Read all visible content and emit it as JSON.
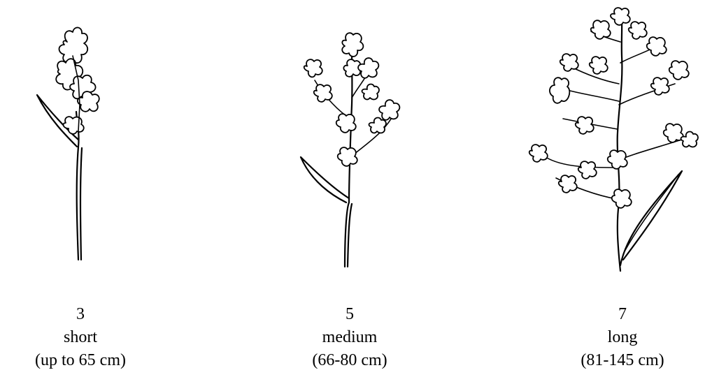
{
  "figure": {
    "panels": [
      {
        "score": "3",
        "label": "short",
        "range": "(up to 65 cm)"
      },
      {
        "score": "5",
        "label": "medium",
        "range": "(66-80 cm)"
      },
      {
        "score": "7",
        "label": "long",
        "range": "(81-145 cm)"
      }
    ]
  }
}
